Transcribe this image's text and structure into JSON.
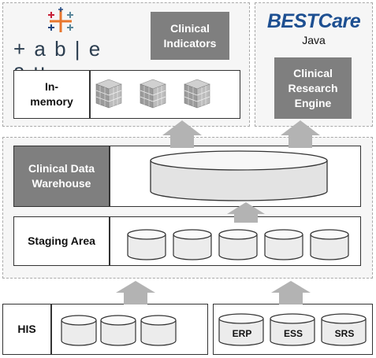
{
  "tableau": {
    "logo_text": "+ a b | e a u"
  },
  "clinical_indicators": {
    "label": "Clinical Indicators"
  },
  "in_memory": {
    "label": "In-memory"
  },
  "bestcare": {
    "logo_text": "BESTCare",
    "subtitle": "Java"
  },
  "clinical_research_engine": {
    "label": "Clinical Research Engine"
  },
  "clinical_data_warehouse": {
    "label": "Clinical Data Warehouse"
  },
  "staging_area": {
    "label": "Staging Area"
  },
  "his": {
    "label": "HIS"
  },
  "sources": [
    "ERP",
    "ESS",
    "SRS"
  ],
  "colors": {
    "dark_label_bg": "#7f7f7f",
    "arrow": "#b3b3b3",
    "bestcare_blue": "#1d4f91"
  }
}
